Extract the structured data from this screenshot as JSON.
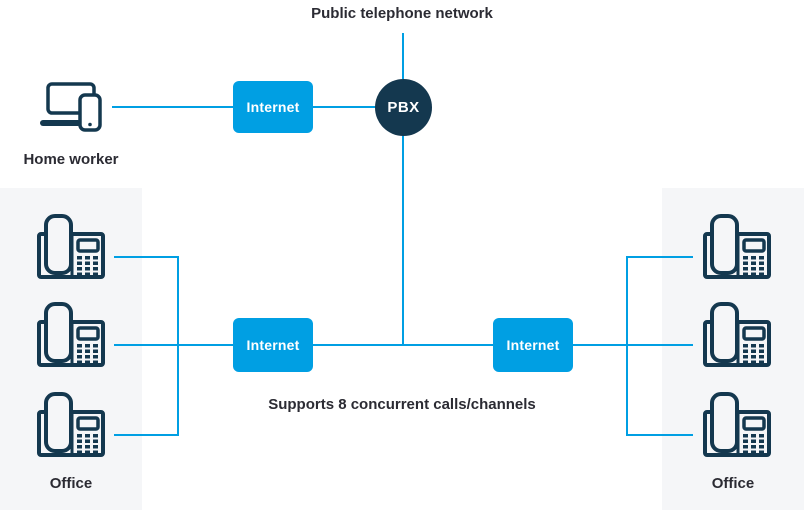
{
  "title": "Public telephone network",
  "caption": "Supports 8 concurrent calls/channels",
  "nodes": {
    "pbx": "PBX",
    "internet_top": "Internet",
    "internet_mid_left": "Internet",
    "internet_mid_right": "Internet"
  },
  "labels": {
    "home_worker": "Home worker",
    "office_left": "Office",
    "office_right": "Office"
  },
  "icons": {
    "home_worker": "laptop-and-smartphone-icon",
    "office": "desk-phone-icon"
  },
  "colors": {
    "line_blue": "#009FE3",
    "node_navy": "#14384F",
    "panel_gray": "#F5F6F8",
    "text_dark": "#2B2B33",
    "node_text": "#FFFFFF"
  }
}
